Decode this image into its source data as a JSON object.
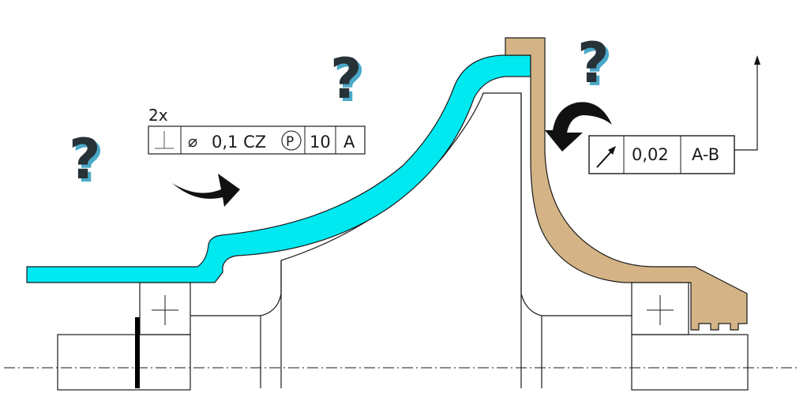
{
  "colors": {
    "cyan_part": "#00e8f0",
    "tan_part": "#d4b486",
    "line": "#1a1a1a",
    "question_mark": "#263238",
    "question_shadow": "#4aa9c9"
  },
  "question_marks": [
    "?",
    "?",
    "?"
  ],
  "fcf_left": {
    "multiplier": "2x",
    "symbol_icon": "perpendicularity-icon",
    "diameter_symbol": "⌀",
    "tolerance": "0,1 CZ",
    "modifier": "P",
    "projected_length": "10",
    "datum": "A"
  },
  "fcf_right": {
    "symbol_icon": "circular-runout-arrow-icon",
    "tolerance": "0,02",
    "datum": "A-B"
  }
}
